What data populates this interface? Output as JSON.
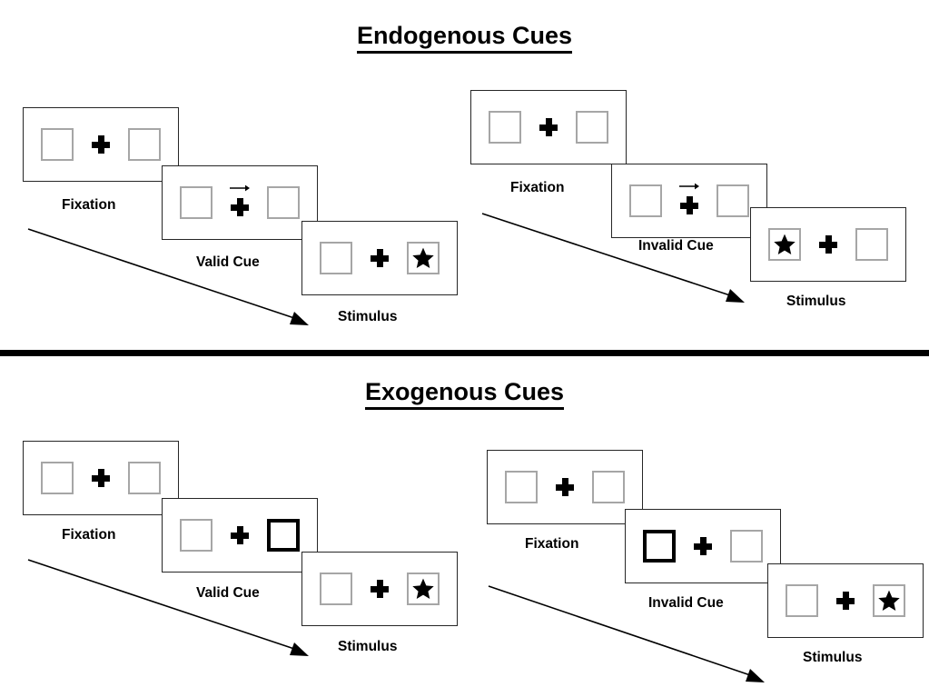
{
  "figure": {
    "title_endogenous": "Endogenous Cues",
    "title_exogenous": "Exogenous Cues",
    "colors": {
      "ink": "#000000",
      "panel_border": "#262626",
      "box_border": "#a6a6a6",
      "cued_box_border": "#000000",
      "background": "#ffffff"
    }
  },
  "sections": [
    {
      "id": "endogenous",
      "title": "Endogenous Cues",
      "conditions": [
        {
          "id": "endogenous-valid",
          "frames": [
            {
              "label": "Fixation",
              "left_box": "empty",
              "right_box": "empty",
              "cue": "none"
            },
            {
              "label": "Valid Cue",
              "left_box": "empty",
              "right_box": "empty",
              "cue": "arrow-right"
            },
            {
              "label": "Stimulus",
              "left_box": "empty",
              "right_box": "star",
              "cue": "none"
            }
          ]
        },
        {
          "id": "endogenous-invalid",
          "frames": [
            {
              "label": "Fixation",
              "left_box": "empty",
              "right_box": "empty",
              "cue": "none"
            },
            {
              "label": "Invalid Cue",
              "left_box": "empty",
              "right_box": "empty",
              "cue": "arrow-right"
            },
            {
              "label": "Stimulus",
              "left_box": "star",
              "right_box": "empty",
              "cue": "none"
            }
          ]
        }
      ]
    },
    {
      "id": "exogenous",
      "title": "Exogenous Cues",
      "conditions": [
        {
          "id": "exogenous-valid",
          "frames": [
            {
              "label": "Fixation",
              "left_box": "empty",
              "right_box": "empty",
              "cue": "none"
            },
            {
              "label": "Valid Cue",
              "left_box": "empty",
              "right_box": "highlight",
              "cue": "box-flash-right"
            },
            {
              "label": "Stimulus",
              "left_box": "empty",
              "right_box": "star",
              "cue": "none"
            }
          ]
        },
        {
          "id": "exogenous-invalid",
          "frames": [
            {
              "label": "Fixation",
              "left_box": "empty",
              "right_box": "empty",
              "cue": "none"
            },
            {
              "label": "Invalid Cue",
              "left_box": "highlight",
              "right_box": "empty",
              "cue": "box-flash-left"
            },
            {
              "label": "Stimulus",
              "left_box": "empty",
              "right_box": "star",
              "cue": "none"
            }
          ]
        }
      ]
    }
  ],
  "labels": {
    "fixation": "Fixation",
    "valid_cue": "Valid Cue",
    "invalid_cue": "Invalid Cue",
    "stimulus": "Stimulus"
  },
  "icons": {
    "fixation_cross": "fixation-plus-icon",
    "cue_arrow": "arrow-right-icon",
    "target": "star-icon",
    "time_flow": "time-arrow-icon"
  }
}
